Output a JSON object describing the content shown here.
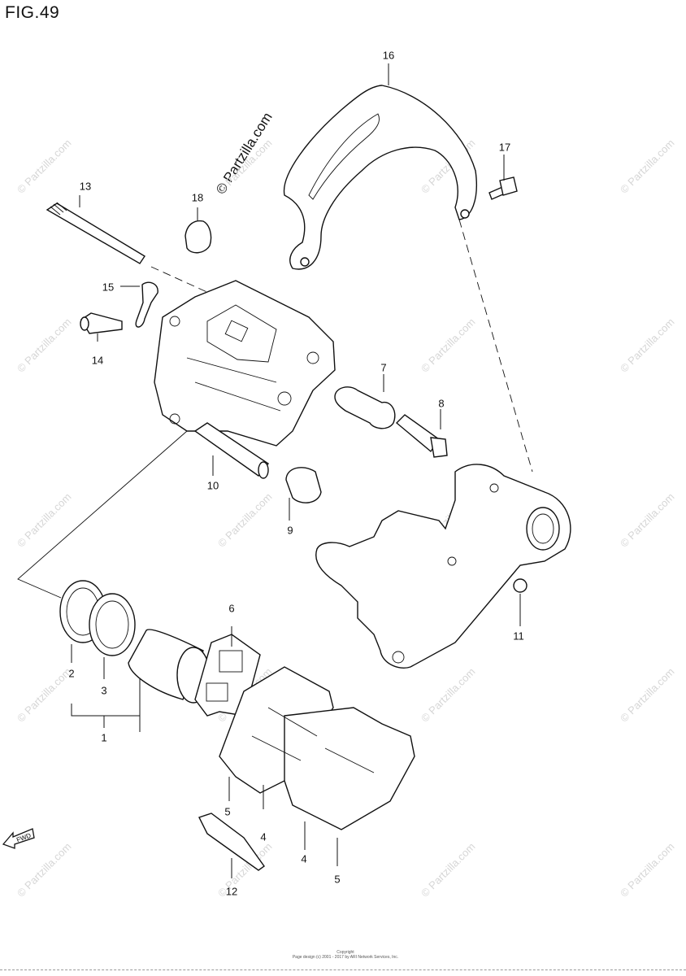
{
  "figure": {
    "title": "FIG.49",
    "copyright": "© Partzilla.com"
  },
  "watermark": "© Partzilla.com",
  "fwd_label": "FWD",
  "footer": {
    "line1": "Copyright",
    "line2": "Page design (c) 2001 - 2017 by ARI Network Services, Inc."
  },
  "callouts": [
    "1",
    "2",
    "3",
    "4",
    "4",
    "5",
    "5",
    "6",
    "7",
    "8",
    "9",
    "10",
    "11",
    "12",
    "13",
    "14",
    "15",
    "16",
    "17",
    "18"
  ]
}
